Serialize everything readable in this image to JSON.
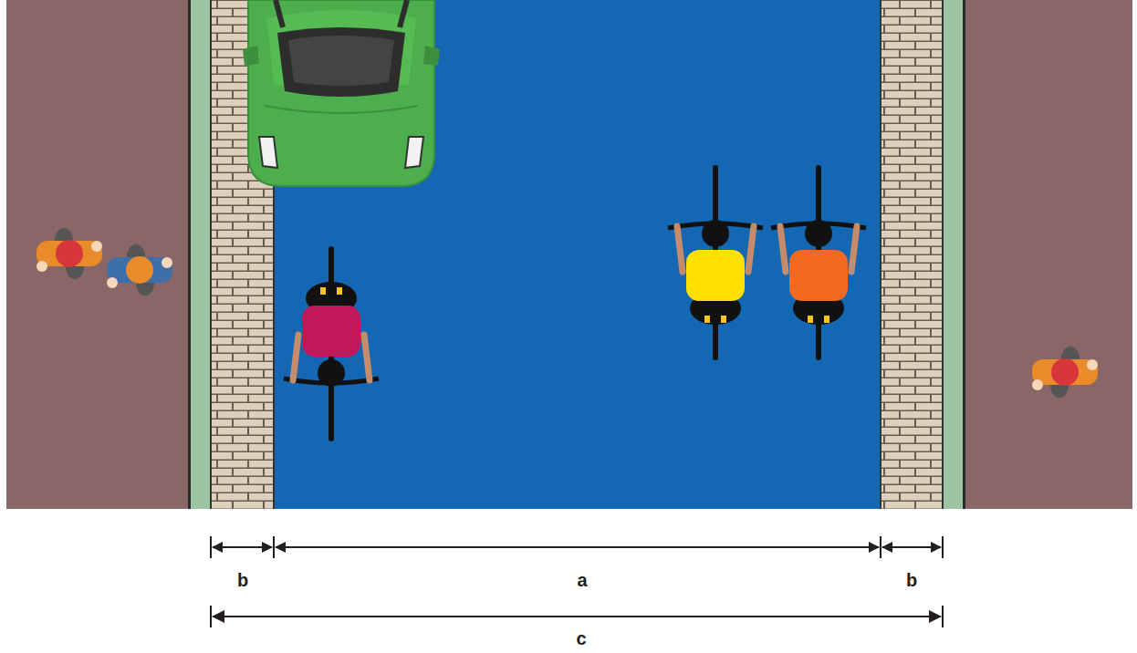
{
  "diagram": {
    "labels": [
      "b",
      "a",
      "b",
      "c"
    ]
  }
}
